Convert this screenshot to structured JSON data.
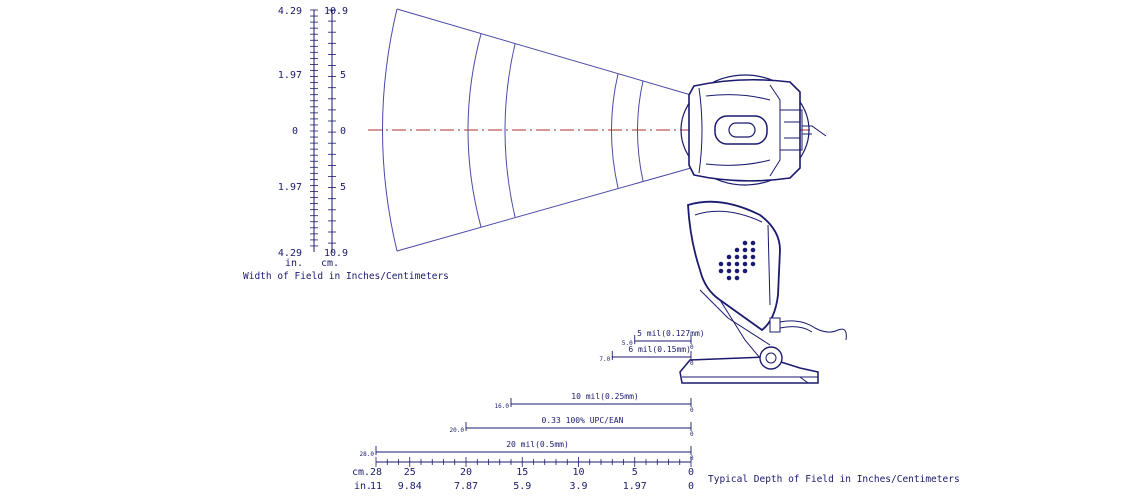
{
  "width_axes": {
    "inch_ticks": [
      "4.29",
      "1.97",
      "0",
      "1.97",
      "4.29"
    ],
    "cm_ticks": [
      "10.9",
      "5",
      "0",
      "5",
      "10.9"
    ],
    "inch_unit": "in.",
    "cm_unit": "cm.",
    "caption": "Width of Field in Inches/Centimeters"
  },
  "depth_axis": {
    "cm_unit": "cm.",
    "in_unit": "in.",
    "cm_ticks": [
      "28",
      "25",
      "20",
      "15",
      "10",
      "5",
      "0"
    ],
    "in_ticks": [
      "11",
      "9.84",
      "7.87",
      "5.9",
      "3.9",
      "1.97",
      "0"
    ],
    "caption": "Typical Depth of Field in Inches/Centimeters"
  },
  "ranges": [
    {
      "label": "5 mil(0.127mm)",
      "start": "5.0",
      "end": "0",
      "start_cm": 5.0
    },
    {
      "label": "6 mil(0.15mm)",
      "start": "7.0",
      "end": "0",
      "start_cm": 7.0
    },
    {
      "label": "10 mil(0.25mm)",
      "start": "16.0",
      "end": "0",
      "start_cm": 16.0
    },
    {
      "label": "0.33 100% UPC/EAN",
      "start": "20.0",
      "end": "0",
      "start_cm": 20.0
    },
    {
      "label": "20 mil(0.5mm)",
      "start": "28.0",
      "end": "0",
      "start_cm": 28.0
    }
  ],
  "colors": {
    "line": "#1a1a6e",
    "field": "#4a4aa8",
    "centerline": "#b03030"
  }
}
